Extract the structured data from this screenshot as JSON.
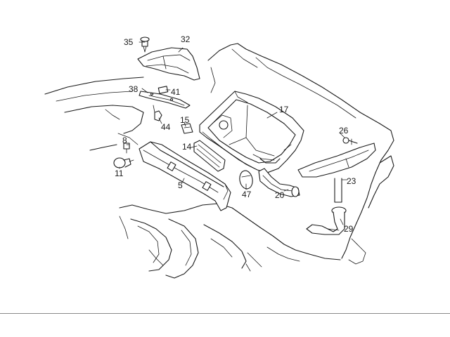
{
  "callouts": {
    "c35": "35",
    "c32": "32",
    "c38": "38",
    "c41": "41",
    "c17": "17",
    "c15": "15",
    "c44": "44",
    "c26": "26",
    "c8": "8",
    "c14": "14",
    "c11": "11",
    "c5": "5",
    "c47": "47",
    "c20": "20",
    "c23": "23",
    "c29": "29"
  }
}
